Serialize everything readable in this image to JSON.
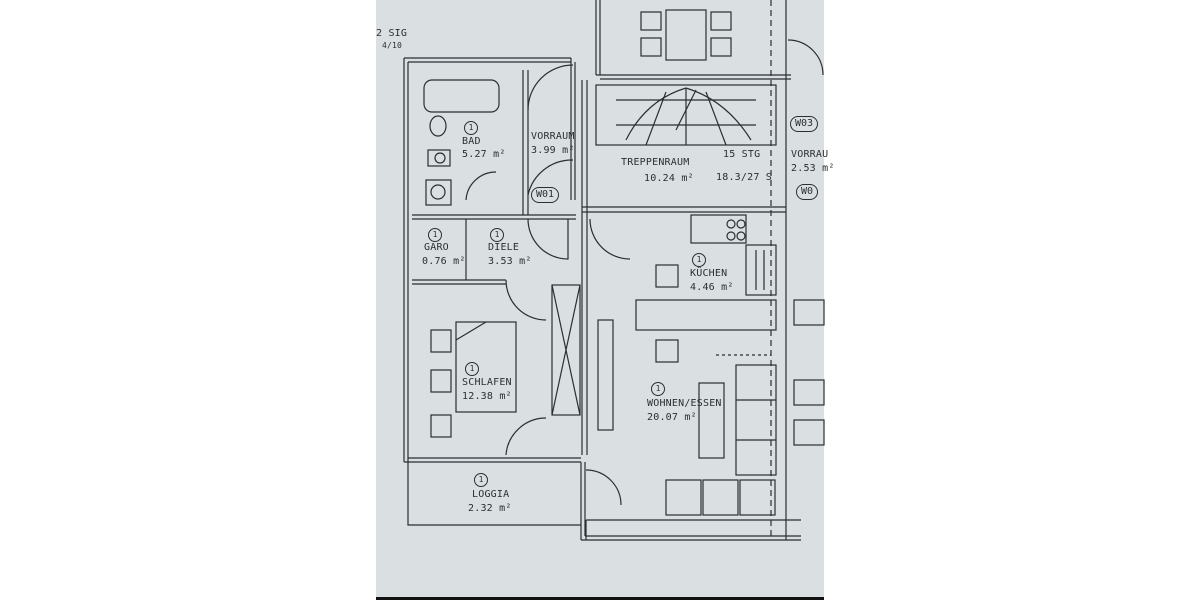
{
  "plan": {
    "top_left_note": "2 SIG",
    "top_left_note2": "4/10",
    "rooms": {
      "bad": {
        "name": "BAD",
        "area": "5.27 m²",
        "num": "1"
      },
      "vorraum": {
        "name": "VORRAUM",
        "area": "3.99 m²"
      },
      "treppenraum": {
        "name": "TREPPENRAUM",
        "area": "10.24 m²"
      },
      "stair": {
        "name": "15 STG",
        "dim": "18.3/27 S"
      },
      "vorraum_right": {
        "name": "VORRAU",
        "area": "2.53 m²"
      },
      "garo": {
        "name": "GARO",
        "area": "0.76 m²",
        "num": "1"
      },
      "diele": {
        "name": "DIELE",
        "area": "3.53 m²",
        "num": "1"
      },
      "kuchen": {
        "name": "KÜCHEN",
        "area": "4.46 m²",
        "num": "1"
      },
      "schlafen": {
        "name": "SCHLAFEN",
        "area": "12.38 m²",
        "num": "1"
      },
      "wohnen": {
        "name": "WOHNEN/ESSEN",
        "area": "20.07 m²",
        "num": "1"
      },
      "loggia": {
        "name": "LOGGIA",
        "area": "2.32 m²",
        "num": "1"
      }
    },
    "tags": {
      "w01": "W01",
      "w03": "W03",
      "w0": "W0"
    }
  }
}
